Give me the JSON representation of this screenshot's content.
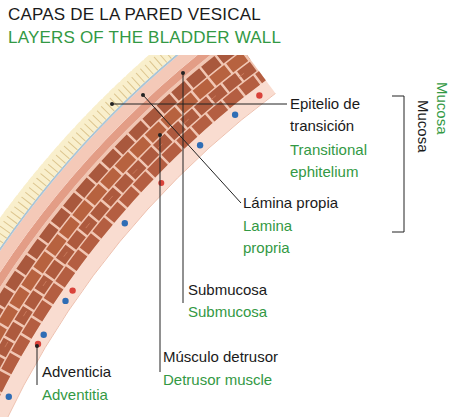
{
  "diagram": {
    "title": "CAPAS DE LA PARED VESICAL",
    "labels": [
      "LAYERS OF THE BLADDER WALL",
      "Epitelio de transición",
      "Transitional ephitelium",
      "Mucosa",
      "Mucosa",
      "Lámina propia",
      "Lamina propria",
      "Submucosa",
      "Submucosa",
      "Músculo detrusor",
      "Detrusor muscle",
      "Adventicia",
      "Adventitia"
    ]
  }
}
